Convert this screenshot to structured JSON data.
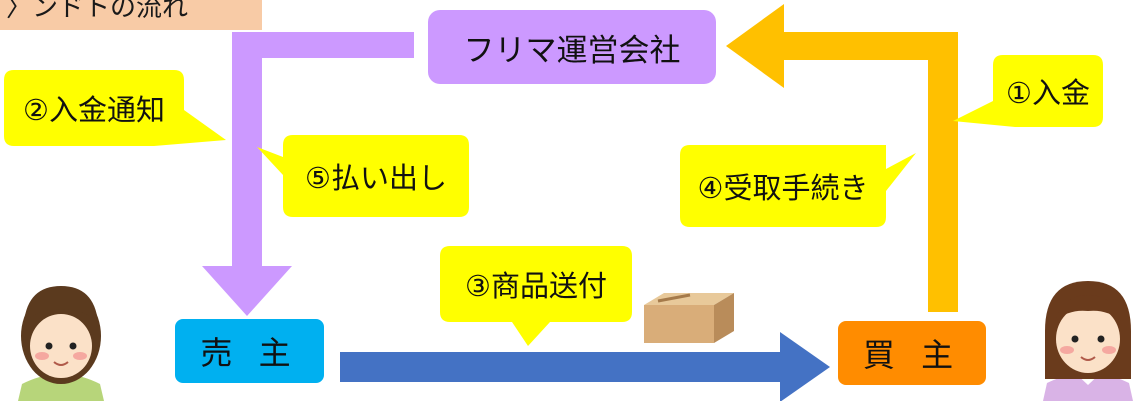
{
  "header": {
    "title": "〉ンドトの流れ"
  },
  "nodes": {
    "company": "フリマ運営会社",
    "seller": "売 主",
    "buyer": "買 主"
  },
  "steps": {
    "step1": "①入金",
    "step2": "②入金通知",
    "step3": "③商品送付",
    "step4": "④受取手続き",
    "step5": "⑤払い出し"
  },
  "colors": {
    "title_tab": "#f8cba6",
    "company_box": "#cc99ff",
    "seller_box": "#00b0f0",
    "buyer_box": "#ff8c00",
    "arrow_purple": "#cc99ff",
    "arrow_orange": "#ffc000",
    "arrow_blue": "#4472c4",
    "callout_yellow": "#ffff00"
  },
  "icons": [
    "seller-avatar-icon",
    "buyer-avatar-icon",
    "package-box-icon"
  ]
}
